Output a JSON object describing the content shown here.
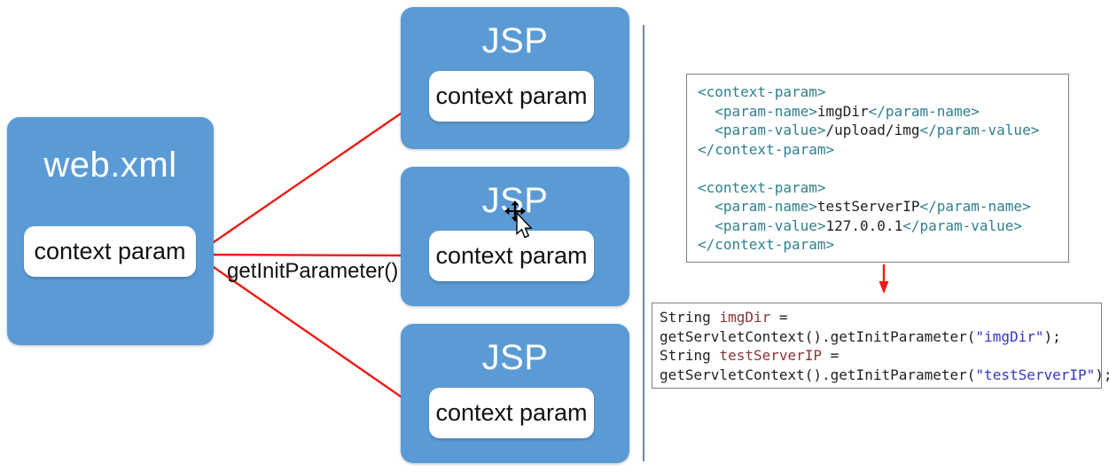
{
  "diagram": {
    "webxml": {
      "title": "web.xml",
      "param_label": "context param"
    },
    "jsp_boxes": [
      {
        "title": "JSP",
        "param_label": "context param"
      },
      {
        "title": "JSP",
        "param_label": "context param"
      },
      {
        "title": "JSP",
        "param_label": "context param"
      }
    ],
    "arrow_label": "getInitParameter()",
    "colors": {
      "box_blue": "#5b9bd5",
      "arrow_red": "#ed1c16",
      "divider": "#6f88a6",
      "xml_tag": "#2e7f8f",
      "java_var": "#8b3535",
      "java_str": "#3434c8",
      "code_plain": "#1f1f1f",
      "code_border": "#7f7f7f"
    }
  },
  "xml_block": {
    "lines": [
      [
        {
          "t": "<context-param>",
          "c": "tag"
        }
      ],
      [
        {
          "t": "  <param-name>",
          "c": "tag"
        },
        {
          "t": "imgDir",
          "c": "plain"
        },
        {
          "t": "</param-name>",
          "c": "tag"
        }
      ],
      [
        {
          "t": "  <param-value>",
          "c": "tag"
        },
        {
          "t": "/upload/img",
          "c": "plain"
        },
        {
          "t": "</param-value>",
          "c": "tag"
        }
      ],
      [
        {
          "t": "</context-param>",
          "c": "tag"
        }
      ],
      [],
      [
        {
          "t": "<context-param>",
          "c": "tag"
        }
      ],
      [
        {
          "t": "  <param-name>",
          "c": "tag"
        },
        {
          "t": "testServerIP",
          "c": "plain"
        },
        {
          "t": "</param-name>",
          "c": "tag"
        }
      ],
      [
        {
          "t": "  <param-value>",
          "c": "tag"
        },
        {
          "t": "127.0.0.1",
          "c": "plain"
        },
        {
          "t": "</param-value>",
          "c": "tag"
        }
      ],
      [
        {
          "t": "</context-param>",
          "c": "tag"
        }
      ]
    ]
  },
  "java_block": {
    "lines": [
      [
        {
          "t": "String ",
          "c": "plain"
        },
        {
          "t": "imgDir",
          "c": "var"
        },
        {
          "t": " =",
          "c": "plain"
        }
      ],
      [
        {
          "t": "getServletContext().getInitParameter(",
          "c": "plain"
        },
        {
          "t": "\"imgDir\"",
          "c": "str"
        },
        {
          "t": ");",
          "c": "plain"
        }
      ],
      [
        {
          "t": "String ",
          "c": "plain"
        },
        {
          "t": "testServerIP",
          "c": "var"
        },
        {
          "t": " =",
          "c": "plain"
        }
      ],
      [
        {
          "t": "getServletContext().getInitParameter(",
          "c": "plain"
        },
        {
          "t": "\"testServerIP\"",
          "c": "str"
        },
        {
          "t": ");",
          "c": "plain"
        }
      ]
    ]
  }
}
